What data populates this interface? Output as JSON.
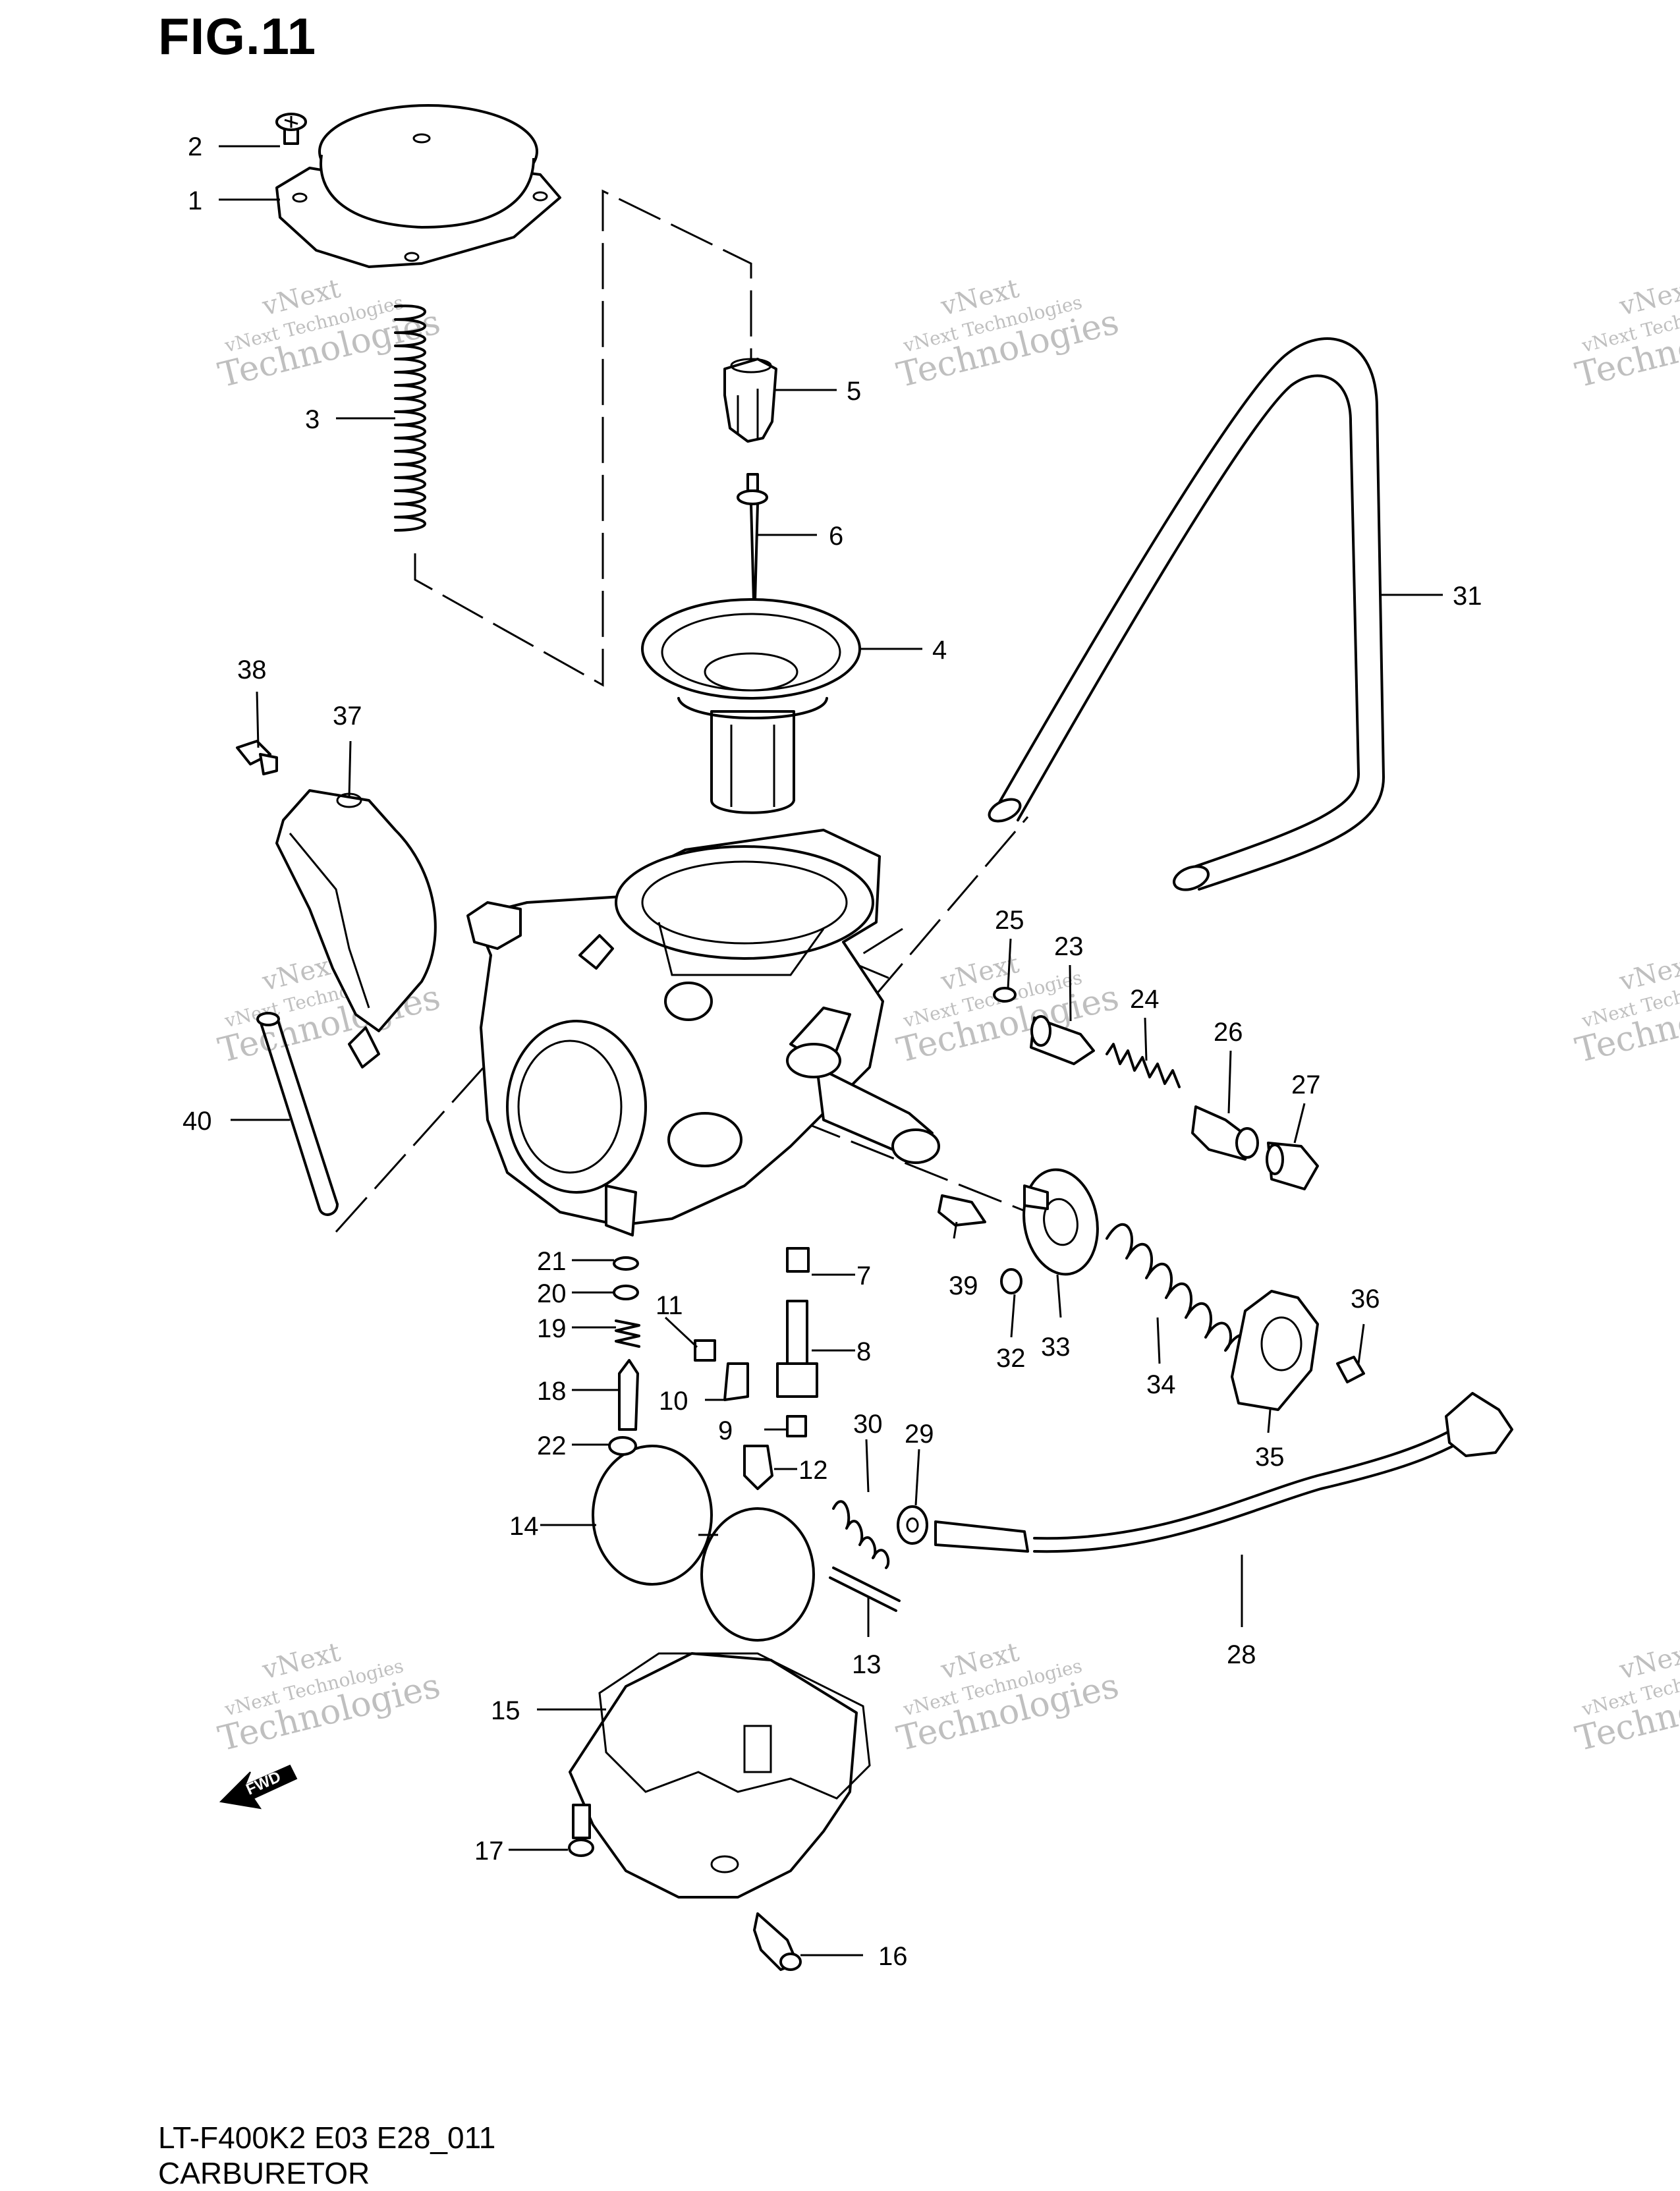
{
  "figure": {
    "title": "FIG.11",
    "model_code": "LT-F400K2 E03 E28_011",
    "assembly_name": "CARBURETOR",
    "fwd_label": "FWD"
  },
  "watermark": {
    "line1": "vNext",
    "line2": "vNext Technologies",
    "line3": "Technologies"
  },
  "callouts": [
    "1",
    "2",
    "3",
    "4",
    "5",
    "6",
    "7",
    "8",
    "9",
    "10",
    "11",
    "12",
    "13",
    "14",
    "15",
    "16",
    "17",
    "18",
    "19",
    "20",
    "21",
    "22",
    "23",
    "24",
    "25",
    "26",
    "27",
    "28",
    "29",
    "30",
    "31",
    "32",
    "33",
    "34",
    "35",
    "36",
    "37",
    "38",
    "39",
    "40"
  ]
}
